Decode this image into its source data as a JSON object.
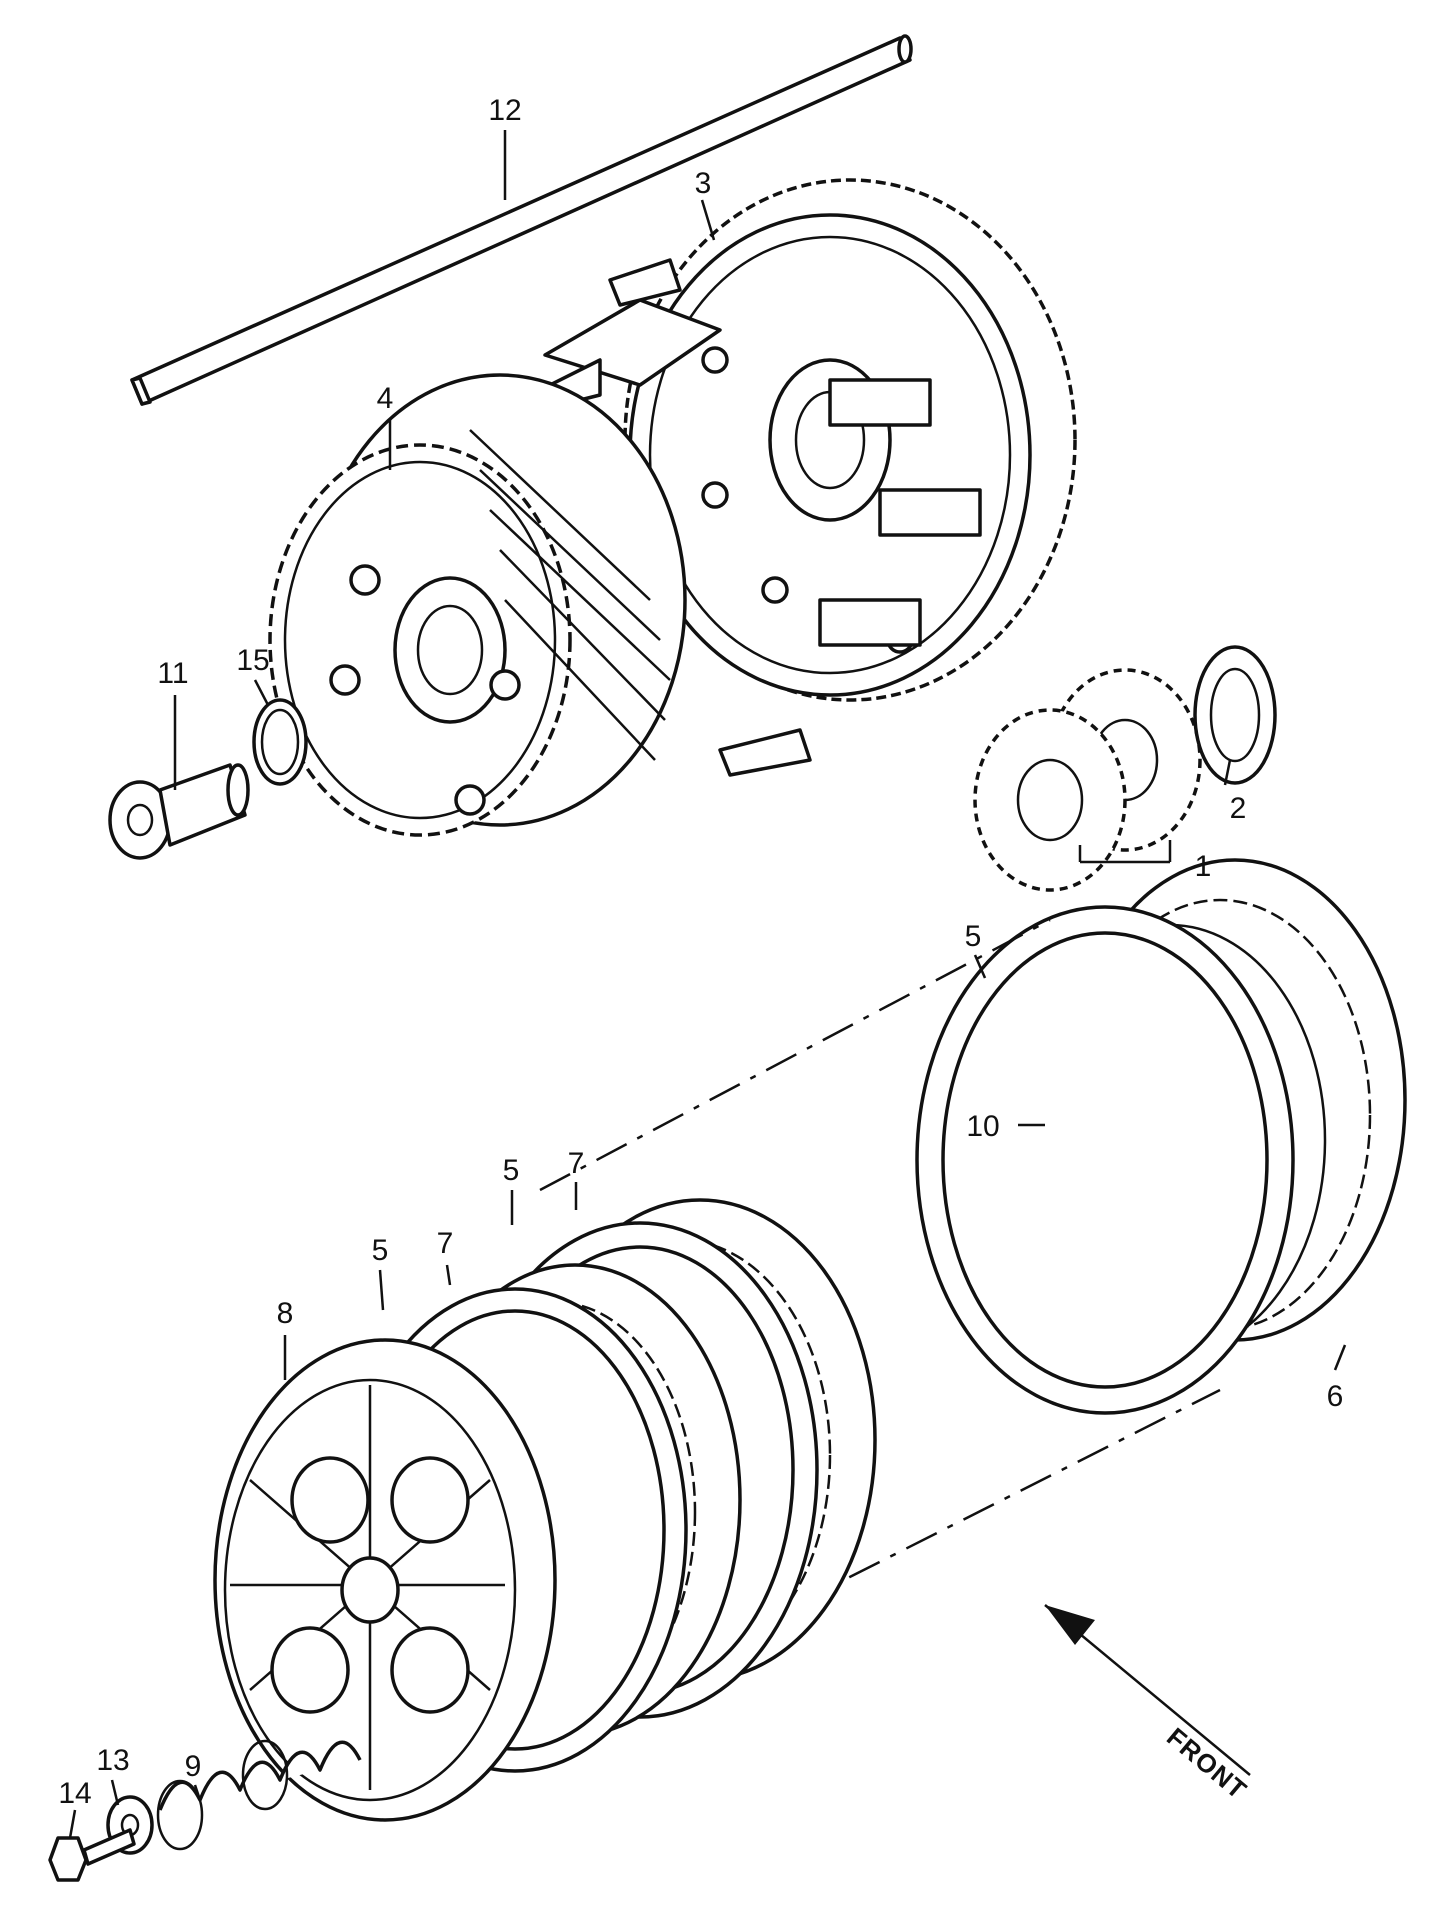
{
  "callouts": [
    {
      "id": "1",
      "label": "1"
    },
    {
      "id": "2",
      "label": "2"
    },
    {
      "id": "3",
      "label": "3"
    },
    {
      "id": "4",
      "label": "4"
    },
    {
      "id": "5a",
      "label": "5"
    },
    {
      "id": "5b",
      "label": "5"
    },
    {
      "id": "5c",
      "label": "5"
    },
    {
      "id": "6",
      "label": "6"
    },
    {
      "id": "7a",
      "label": "7"
    },
    {
      "id": "7b",
      "label": "7"
    },
    {
      "id": "8",
      "label": "8"
    },
    {
      "id": "9",
      "label": "9"
    },
    {
      "id": "10",
      "label": "10"
    },
    {
      "id": "11",
      "label": "11"
    },
    {
      "id": "12",
      "label": "12"
    },
    {
      "id": "13",
      "label": "13"
    },
    {
      "id": "14",
      "label": "14"
    },
    {
      "id": "15",
      "label": "15"
    }
  ],
  "direction_label": "FRONT",
  "colors": {
    "line": "#111111",
    "background": "#ffffff",
    "friction": "#7a7a7a"
  }
}
